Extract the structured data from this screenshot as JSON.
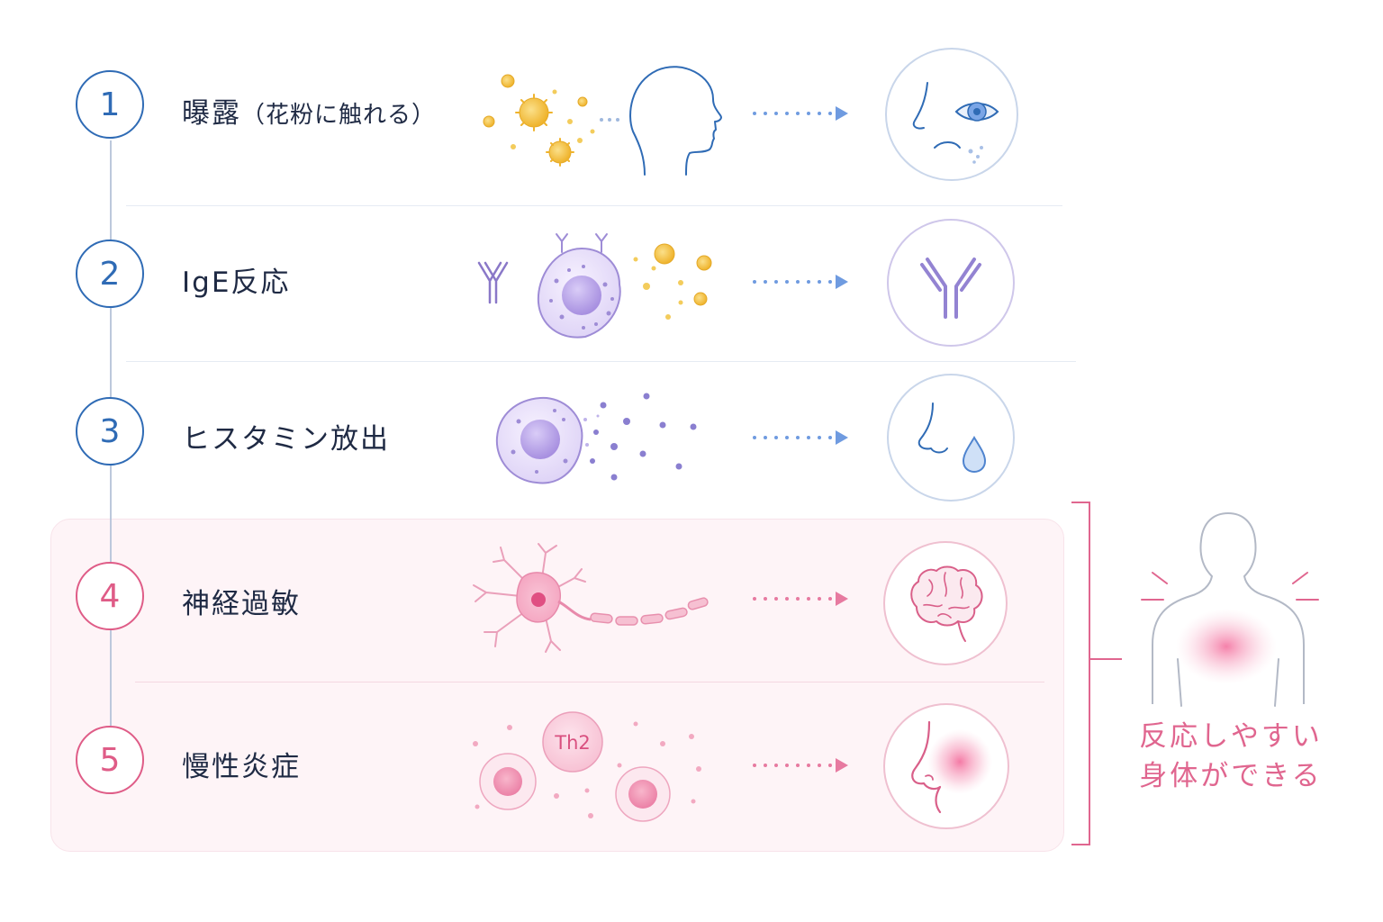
{
  "steps": [
    {
      "number": "1",
      "label": "曝露",
      "label_sub": "（花粉に触れる）",
      "accent": "#2f6bb5"
    },
    {
      "number": "2",
      "label": "IgE反応",
      "label_sub": "",
      "accent": "#2f6bb5"
    },
    {
      "number": "3",
      "label": "ヒスタミン放出",
      "label_sub": "",
      "accent": "#2f6bb5"
    },
    {
      "number": "4",
      "label": "神経過敏",
      "label_sub": "",
      "accent": "#df5c87"
    },
    {
      "number": "5",
      "label": "慢性炎症",
      "label_sub": "",
      "accent": "#df5c87"
    }
  ],
  "cell_label": "Th2",
  "tagline": {
    "line1": "反応しやすい",
    "line2": "身体ができる"
  },
  "colors": {
    "blue": "#2f6bb5",
    "pink": "#df5c87",
    "pollen": "#f2bf3a",
    "cell": "#b9a6e8",
    "arrow_blue": "#6f9be0",
    "arrow_pink": "#e77aa0",
    "panel": "#fef4f7",
    "tagline": "#e0668f"
  },
  "icons": [
    "pollen-icon",
    "head-profile-icon",
    "nose-eye-icon",
    "antibody-icon",
    "mast-cell-icon",
    "nose-drop-icon",
    "neuron-icon",
    "brain-icon",
    "th2-cell-icon",
    "inflamed-nose-icon",
    "human-body-icon"
  ]
}
